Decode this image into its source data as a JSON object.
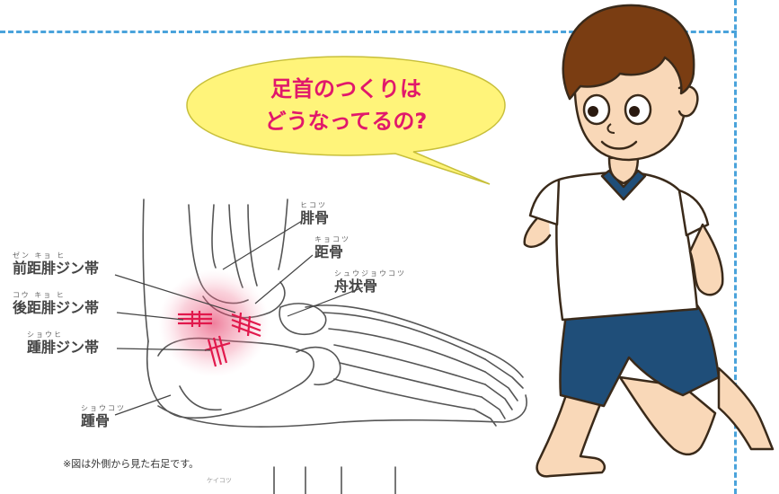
{
  "speech_bubble": {
    "line1": "足首のつくりは",
    "line2": "どうなってるの?"
  },
  "anatomy_labels": {
    "fibula": {
      "ruby": "ヒコツ",
      "name": "腓骨"
    },
    "talus": {
      "ruby": "キョコツ",
      "name": "距骨"
    },
    "navicular": {
      "ruby": "シュウジョウコツ",
      "name": "舟状骨"
    },
    "atfl": {
      "ruby": "ゼン キョ ヒ",
      "name": "前距腓ジン帯"
    },
    "ptfl": {
      "ruby": "コウ キョ ヒ",
      "name": "後距腓ジン帯"
    },
    "cfl": {
      "ruby": "ショウヒ",
      "name": "踵腓ジン帯"
    },
    "calcaneus": {
      "ruby": "ショウコツ",
      "name": "踵骨"
    }
  },
  "footnote": "※図は外側から見た右足です。",
  "lower_ruby": "ケイコツ",
  "colors": {
    "accent_text": "#e1186b",
    "bubble_fill": "#fff47a",
    "ligament_red": "#e1184c",
    "border_blue": "#4aa3db",
    "shorts": "#1f4e79",
    "hair": "#7a3d12",
    "skin": "#f9d8b8"
  },
  "icons": [
    "speech-bubble",
    "boy-illustration",
    "ankle-skeleton"
  ]
}
